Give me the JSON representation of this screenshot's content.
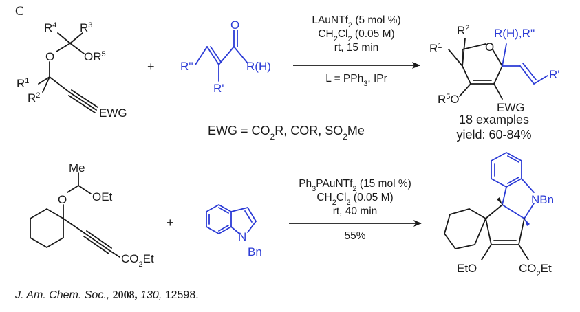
{
  "panel_label": "C",
  "reaction1": {
    "reagent_plus": "+",
    "conditions": {
      "line1": "LAuNTf",
      "line1_sub": "2",
      "line1_tail": " (5 mol %)",
      "line2": "CH",
      "line2_sub1": "2",
      "line2_mid": "Cl",
      "line2_sub2": "2",
      "line2_tail": " (0.05 M)",
      "line3": "rt, 15 min",
      "line4": "L = PPh",
      "line4_sub": "3",
      "line4_tail": ", IPr"
    },
    "ewg_def": {
      "a": "EWG = CO",
      "a_sub": "2",
      "b": "R, COR, SO",
      "b_sub": "2",
      "c": "Me"
    },
    "summary": {
      "examples": "18 examples",
      "yield": "yield: 60-84%"
    },
    "sm1_labels": {
      "R4": "R",
      "R4_sup": "4",
      "R3": "R",
      "R3_sup": "3",
      "O": "O",
      "OR5": "OR",
      "OR5_sup": "5",
      "R1": "R",
      "R1_sup": "1",
      "R2": "R",
      "R2_sup": "2",
      "EWG": "EWG"
    },
    "sm2_labels": {
      "Rpp": "R''",
      "O": "O",
      "RH": "R(H)",
      "Rp": "R'"
    },
    "product_labels": {
      "R2": "R",
      "R2_sup": "2",
      "R1": "R",
      "R1_sup": "1",
      "O": "O",
      "RHRpp": "R(H),R''",
      "Rp": "R'",
      "R5O": "R",
      "R5O_sup": "5",
      "R5O_tail": "O",
      "EWG": "EWG"
    }
  },
  "reaction2": {
    "reagent_plus": "+",
    "conditions": {
      "line1": "Ph",
      "line1_sub": "3",
      "line1_tail": "PAuNTf",
      "line1_sub2": "2",
      "line1_tail2": " (15 mol %)",
      "line2": "CH",
      "line2_sub1": "2",
      "line2_mid": "Cl",
      "line2_sub2": "2",
      "line2_tail": " (0.05 M)",
      "line3": "rt, 40 min",
      "line4": "55%"
    },
    "sm1_labels": {
      "Me": "Me",
      "O": "O",
      "OEt": "OEt",
      "CO2Et": "CO",
      "CO2Et_sub": "2",
      "CO2Et_tail": "Et"
    },
    "sm2_labels": {
      "N": "N",
      "Bn": "Bn"
    },
    "product_labels": {
      "NBn": "NBn",
      "EtO": "EtO",
      "CO2Et": "CO",
      "CO2Et_sub": "2",
      "CO2Et_tail": "Et"
    }
  },
  "citation": {
    "journal": "J. Am. Chem. Soc.,",
    "year": "2008,",
    "volume": "130,",
    "pages": "12598."
  },
  "colors": {
    "black": "#1a1a1a",
    "blue": "#2b3bd6"
  }
}
